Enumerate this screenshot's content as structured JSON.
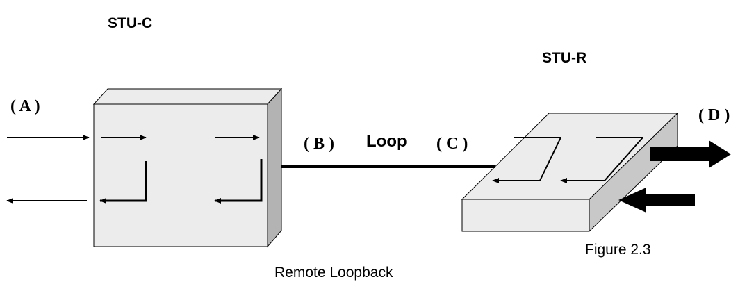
{
  "labels": {
    "stu_c": "STU-C",
    "stu_r": "STU-R",
    "point_a": "( A )",
    "point_b": "( B )",
    "point_c": "( C )",
    "point_d": "( D )",
    "loop": "Loop",
    "figure": "Figure 2.3",
    "caption": "Remote Loopback"
  },
  "colors": {
    "box_face": "#ececec",
    "box_side": "#b3b3b3",
    "line": "#000000"
  }
}
